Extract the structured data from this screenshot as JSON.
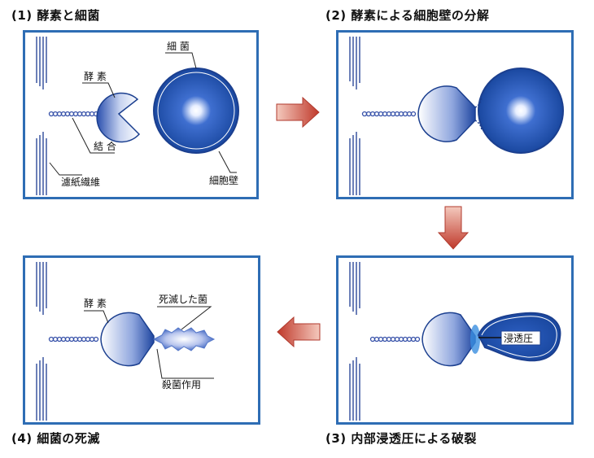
{
  "panels": [
    {
      "title": "(1) 酵素と細菌",
      "labels": {
        "enzyme": "酵 素",
        "bacteria": "細 菌",
        "bond": "結 合",
        "filter_fiber": "濾紙繊維",
        "cell_wall": "細胞壁"
      }
    },
    {
      "title": "(2) 酵素による細胞壁の分解"
    },
    {
      "title": "(3) 内部浸透圧による破裂",
      "labels": {
        "osmotic_pressure": "浸透圧"
      }
    },
    {
      "title": "(4) 細菌の死滅",
      "labels": {
        "enzyme": "酵 素",
        "dead_bacteria": "死滅した菌",
        "bactericidal_action": "殺菌作用"
      }
    }
  ],
  "colors": {
    "frame": "#2e6db4",
    "bacteria": "#1f4fa8",
    "arrow_start": "#f4c9bd",
    "arrow_end": "#c0392b"
  }
}
